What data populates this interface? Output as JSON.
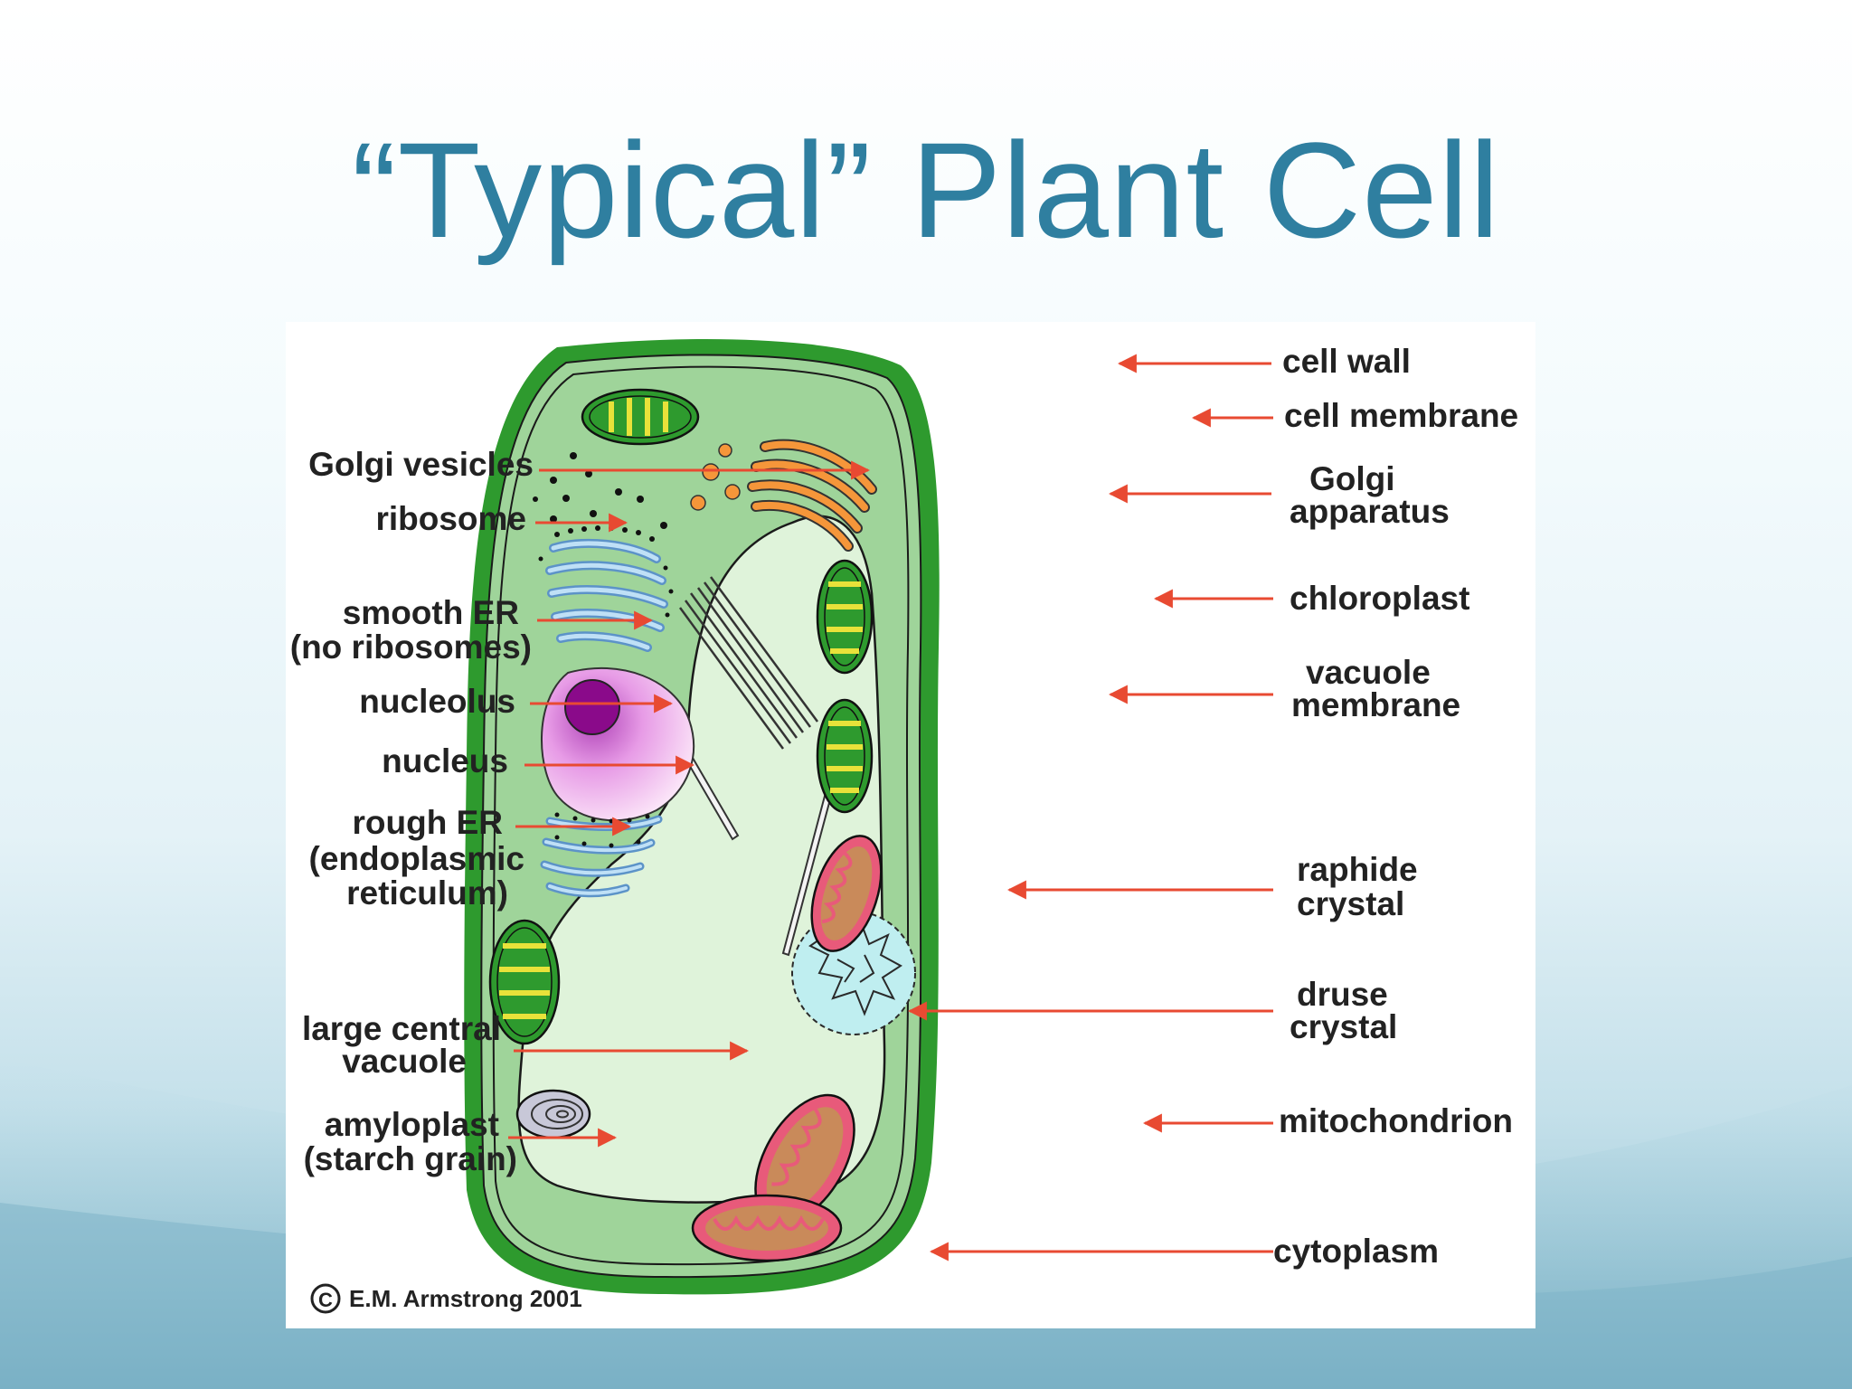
{
  "slide": {
    "title": "“Typical” Plant Cell"
  },
  "diagram": {
    "labels_left": {
      "golgi_vesicles": "Golgi vesicles",
      "ribosome": "ribosome",
      "smooth_er_1": "smooth ER",
      "smooth_er_2": "(no ribosomes)",
      "nucleolus": "nucleolus",
      "nucleus": "nucleus",
      "rough_er_1": "rough ER",
      "rough_er_2": "(endoplasmic",
      "rough_er_3": "reticulum)",
      "large_central_vacuole_1": "large central",
      "large_central_vacuole_2": "vacuole",
      "amyloplast_1": "amyloplast",
      "amyloplast_2": "(starch grain)"
    },
    "labels_right": {
      "cell_wall": "cell wall",
      "cell_membrane": "cell membrane",
      "golgi_apparatus_1": "Golgi",
      "golgi_apparatus_2": "apparatus",
      "chloroplast": "chloroplast",
      "vacuole_membrane_1": "vacuole",
      "vacuole_membrane_2": "membrane",
      "raphide_crystal_1": "raphide",
      "raphide_crystal_2": "crystal",
      "druse_crystal_1": "druse",
      "druse_crystal_2": "crystal",
      "mitochondrion": "mitochondrion",
      "cytoplasm": "cytoplasm"
    },
    "credit_symbol": "C",
    "credit": "E.M. Armstrong 2001",
    "colors": {
      "cell_wall": "#2e9a2e",
      "cytoplasm": "#9fd49a",
      "vacuole": "#dff3da",
      "arrow": "#e84a32",
      "golgi": "#f5963a",
      "smooth_er": "#8fbfe8",
      "nucleus": "#e28fe0",
      "nucleolus": "#8a0a8a",
      "chloroplast_fill": "#2e9a2e",
      "chloroplast_stripes": "#e8e23a",
      "mitochondrion": "#e85a7a",
      "title": "#2f7fa0"
    }
  }
}
